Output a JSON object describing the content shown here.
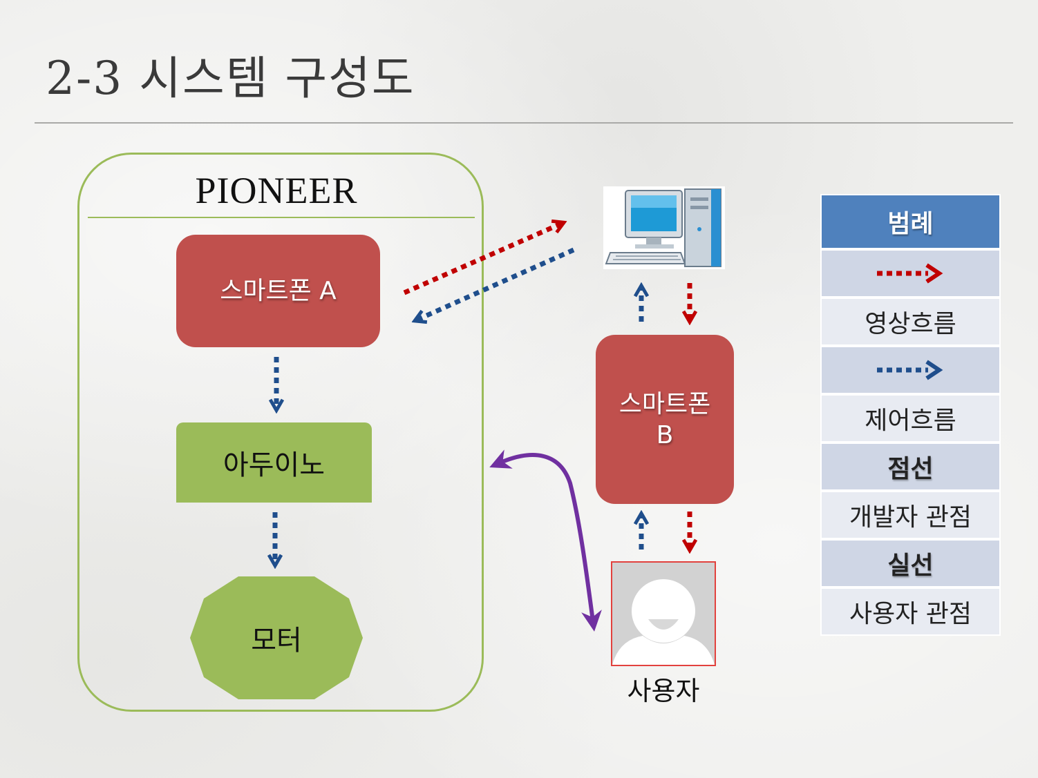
{
  "slide": {
    "title": "2-3 시스템 구성도"
  },
  "system": {
    "name": "PIONEER",
    "smartphone_a": "스마트폰 A",
    "arduino": "아두이노",
    "motor": "모터"
  },
  "remote": {
    "smartphone_b_line1": "스마트폰",
    "smartphone_b_line2": "B",
    "user_label": "사용자"
  },
  "legend": {
    "title": "범례",
    "video_flow": "영상흐름",
    "control_flow": "제어흐름",
    "dotted_line": "점선",
    "developer_view": "개발자 관점",
    "solid_line": "실선",
    "user_view": "사용자 관점"
  },
  "colors": {
    "video_arrow": "#c00000",
    "control_arrow": "#1f4e8c",
    "user_arrow": "#7030a0",
    "module_red": "#c0504d",
    "module_green": "#9bbb59",
    "legend_header": "#4f81bd"
  }
}
